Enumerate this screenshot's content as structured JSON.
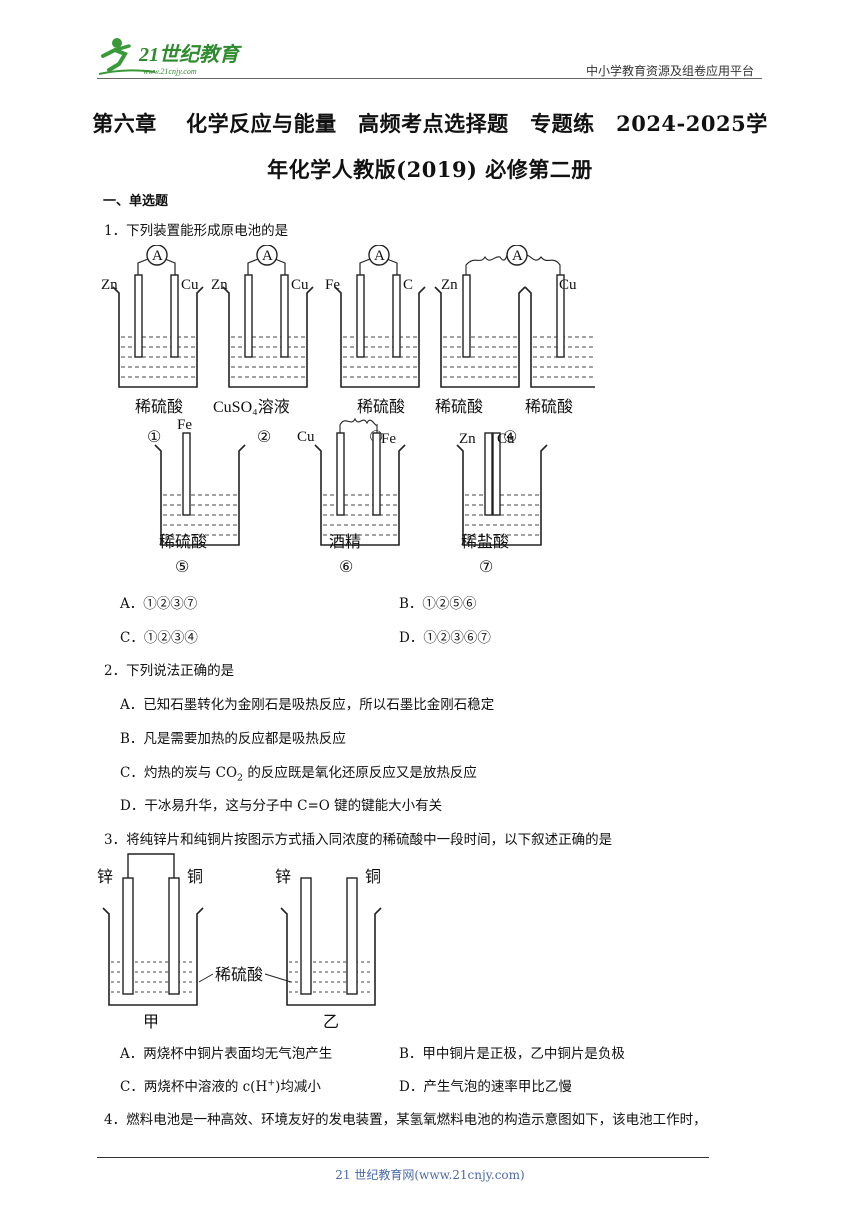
{
  "header": {
    "logo_text": "21世纪教育",
    "logo_url_text": "www.21cnjy.com",
    "right_text": "中小学教育资源及组卷应用平台"
  },
  "title": {
    "line1": "第六章　 化学反应与能量　高频考点选择题　专题练　2024-2025学",
    "line2": "年化学人教版(2019) 必修第二册"
  },
  "section": "一、单选题",
  "q1": {
    "stem": "1．下列装置能形成原电池的是",
    "figure": {
      "beakers": [
        {
          "left": "Zn",
          "right": "Cu",
          "solution": "稀硫酸",
          "num": "①",
          "ammeter": "A"
        },
        {
          "left": "Zn",
          "right": "Cu",
          "solution": "CuSO₄溶液",
          "num": "②",
          "ammeter": "A"
        },
        {
          "left": "Fe",
          "right": "C",
          "solution": "稀硫酸",
          "num": "③",
          "ammeter": "A"
        },
        {
          "left": "Zn",
          "right": "Cu",
          "solution_left": "稀硫酸",
          "solution_right": "稀硫酸",
          "num": "④",
          "ammeter": "A"
        },
        {
          "left": "Fe",
          "solution": "稀硫酸",
          "num": "⑤"
        },
        {
          "left": "Cu",
          "right": "Fe",
          "solution": "酒精",
          "num": "⑥"
        },
        {
          "left": "Zn",
          "right": "Cu",
          "solution": "稀盐酸",
          "num": "⑦"
        }
      ]
    },
    "options": {
      "A": "A．①②③⑦",
      "B": "B．①②⑤⑥",
      "C": "C．①②③④",
      "D": "D．①②③⑥⑦"
    }
  },
  "q2": {
    "stem": "2．下列说法正确的是",
    "options": {
      "A": "A．已知石墨转化为金刚石是吸热反应，所以石墨比金刚石稳定",
      "B": "B．凡是需要加热的反应都是吸热反应",
      "C_pre": "C．灼热的炭与 CO",
      "C_sub": "2",
      "C_post": " 的反应既是氧化还原反应又是放热反应",
      "D": "D．干冰易升华，这与分子中 C=O 键的键能大小有关"
    }
  },
  "q3": {
    "stem": "3．将纯锌片和纯铜片按图示方式插入同浓度的稀硫酸中一段时间，以下叙述正确的是",
    "figure": {
      "zinc": "锌",
      "copper": "铜",
      "acid": "稀硫酸",
      "jia": "甲",
      "yi": "乙"
    },
    "options": {
      "A": "A．两烧杯中铜片表面均无气泡产生",
      "B": "B．甲中铜片是正极，乙中铜片是负极",
      "C_pre": "C．两烧杯中溶液的 c(H",
      "C_sup": "+",
      "C_post": ")均减小",
      "D": "D．产生气泡的速率甲比乙慢"
    }
  },
  "q4": {
    "stem": "4．燃料电池是一种高效、环境友好的发电装置，某氢氧燃料电池的构造示意图如下，该电池工作时，"
  },
  "footer": "21 世纪教育网(www.21cnjy.com)"
}
